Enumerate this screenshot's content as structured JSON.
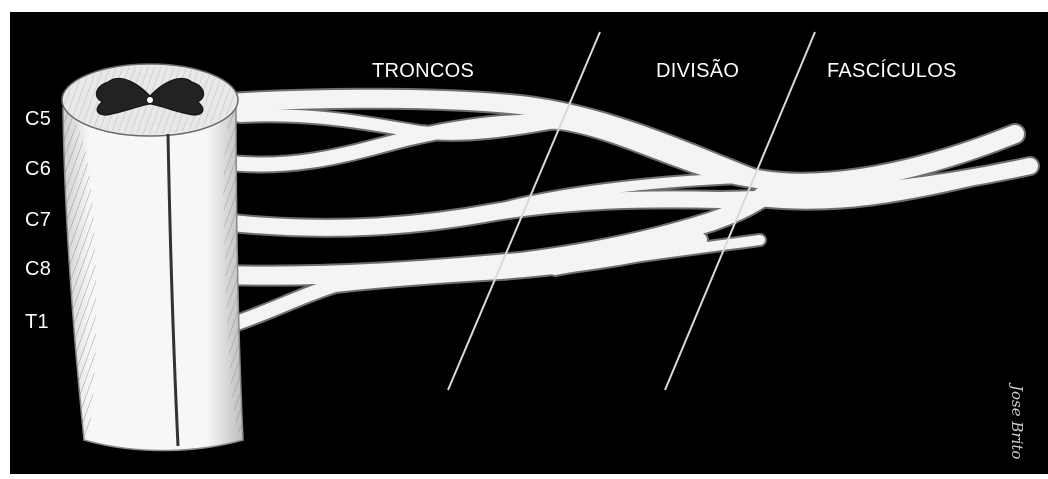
{
  "section_labels": {
    "trunks": "TRONCOS",
    "division": "DIVISÃO",
    "fascicles": "FASCÍCULOS"
  },
  "roots": [
    "C5",
    "C6",
    "C7",
    "C8",
    "T1"
  ],
  "signature": "Jose Brito",
  "colors": {
    "background": "#000000",
    "frame": "#ffffff",
    "nerve": "#f4f4f4",
    "nerve_outline": "#6e6e6e",
    "divider_line": "#d9d9d9",
    "label": "#ffffff"
  }
}
